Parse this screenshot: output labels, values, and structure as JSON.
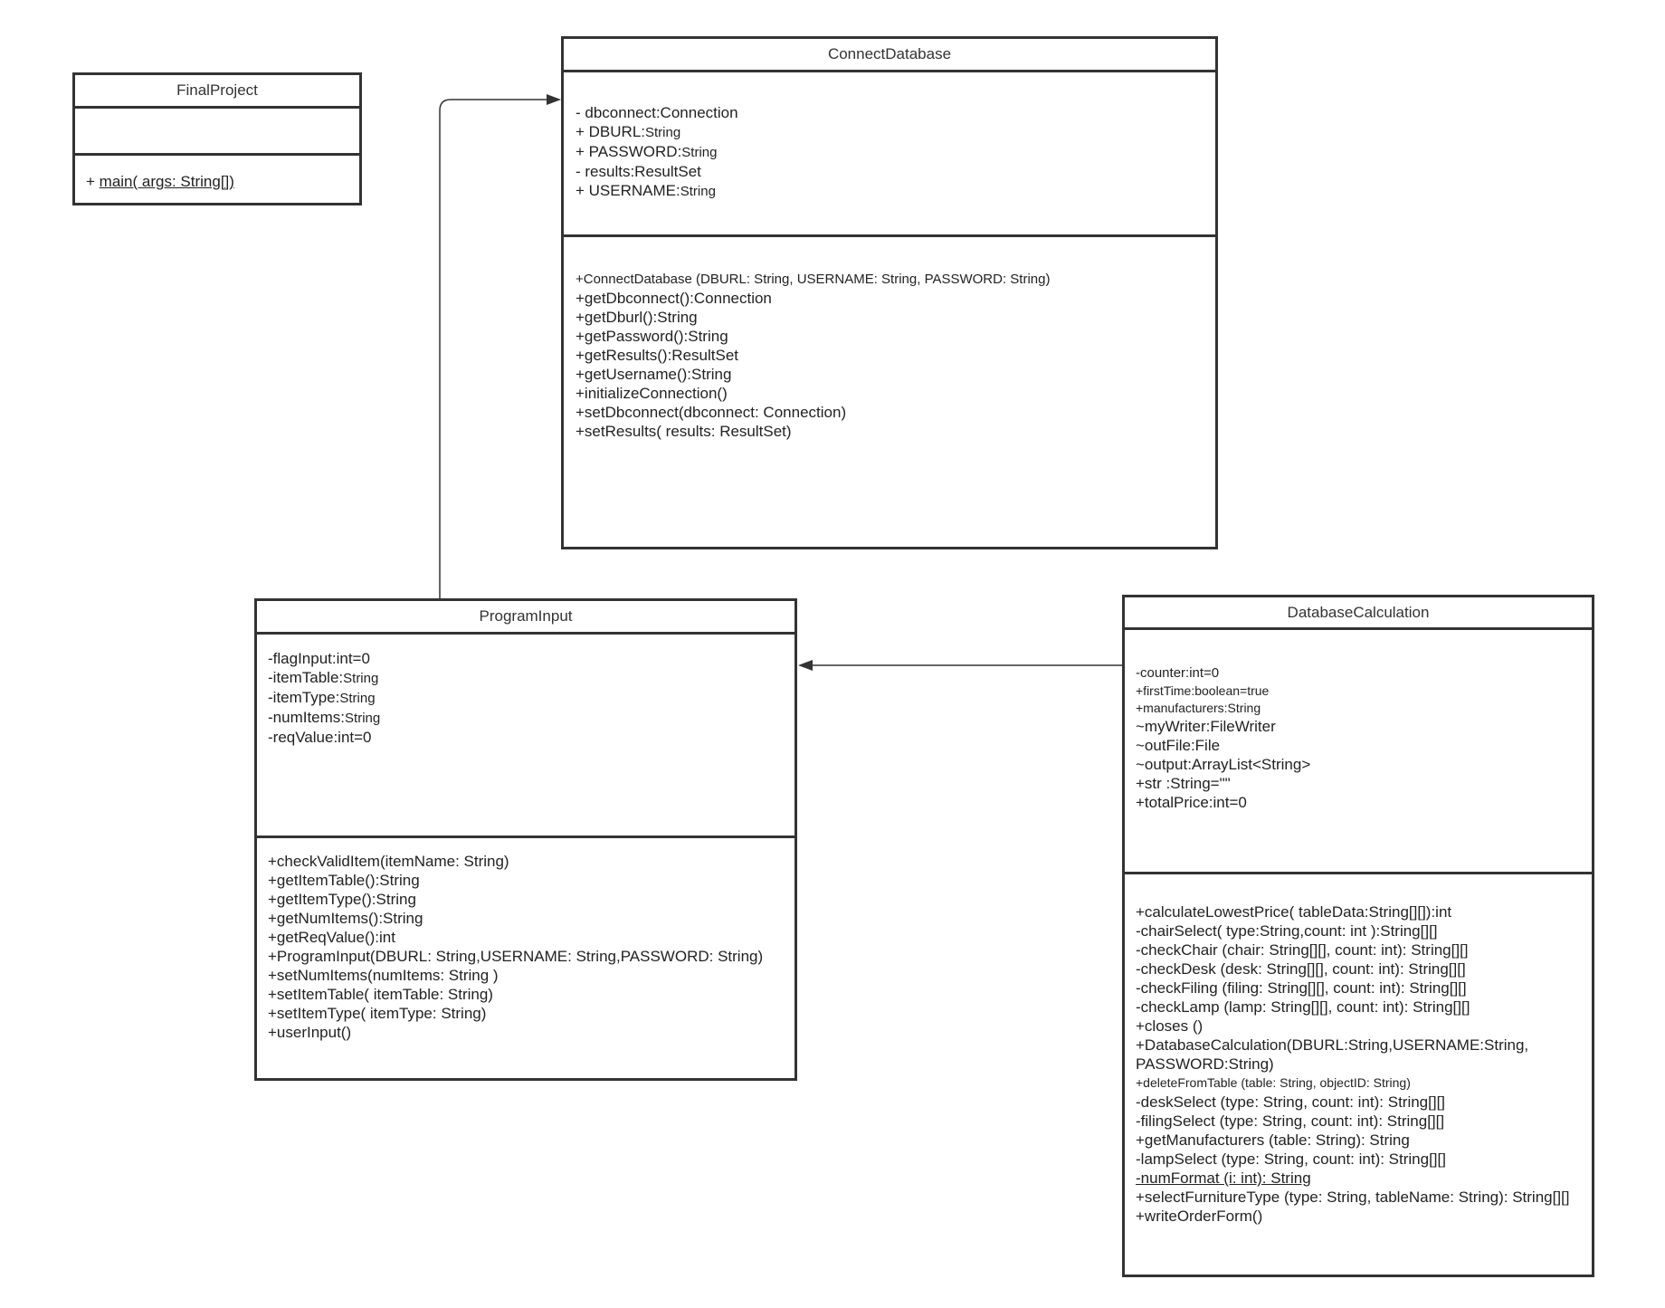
{
  "classes": {
    "final_project": {
      "name": "FinalProject",
      "attributes": [],
      "methods": [
        {
          "vis": "+ ",
          "text": "main( args: String[])",
          "static": true
        }
      ]
    },
    "connect_database": {
      "name": "ConnectDatabase",
      "attributes": [
        {
          "text": "- dbconnect:Connection",
          "type": ""
        },
        {
          "text": "+ DBURL:",
          "type": "String"
        },
        {
          "text": "+ PASSWORD:",
          "type": "String"
        },
        {
          "text": "- results:ResultSet",
          "type": ""
        },
        {
          "text": "+ USERNAME:",
          "type": "String"
        }
      ],
      "methods": [
        "+ConnectDatabase (DBURL: String, USERNAME: String, PASSWORD: String)",
        "+getDbconnect():Connection",
        "+getDburl():String",
        "+getPassword():String",
        "+getResults():ResultSet",
        "+getUsername():String",
        "+initializeConnection()",
        "+setDbconnect(dbconnect: Connection)",
        "+setResults( results: ResultSet)"
      ]
    },
    "program_input": {
      "name": "ProgramInput",
      "attributes": [
        {
          "text": "-flagInput:int=0",
          "type": ""
        },
        {
          "text": "-itemTable:",
          "type": "String"
        },
        {
          "text": "-itemType:",
          "type": "String"
        },
        {
          "text": "-numItems:",
          "type": "String"
        },
        {
          "text": "-reqValue:int=0",
          "type": ""
        }
      ],
      "methods": [
        "+checkValidItem(itemName: String)",
        "+getItemTable():String",
        "+getItemType():String",
        "+getNumItems():String",
        "+getReqValue():int",
        "+ProgramInput(DBURL: String,USERNAME: String,PASSWORD: String)",
        "+setNumItems(numItems: String )",
        "+setItemTable( itemTable: String)",
        "+setItemType( itemType: String)",
        "+userInput()"
      ]
    },
    "database_calculation": {
      "name": "DatabaseCalculation",
      "attributes": [
        "-counter:int=0",
        "+firstTime:boolean=true",
        "+manufacturers:String",
        "~myWriter:FileWriter",
        "~outFile:File",
        "~output:ArrayList<String>",
        "+str :String=\"\"",
        "+totalPrice:int=0"
      ],
      "methods": [
        "+calculateLowestPrice( tableData:String[][]):int",
        "-chairSelect( type:String,count: int ):String[][]",
        "-checkChair (chair: String[][], count: int): String[][]",
        "-checkDesk (desk: String[][], count: int): String[][]",
        "-checkFiling (filing: String[][], count: int): String[][]",
        "-checkLamp (lamp: String[][], count: int): String[][]",
        "+closes ()",
        "+DatabaseCalculation(DBURL:String,USERNAME:String,",
        "PASSWORD:String)",
        "+deleteFromTable (table: String, objectID: String)",
        "-deskSelect (type: String, count: int): String[][]",
        "-filingSelect (type: String, count: int): String[][]",
        "+getManufacturers (table: String): String",
        "-lampSelect (type: String, count: int): String[][]",
        "-numFormat (i: int): String",
        "+selectFurnitureType (type: String, tableName: String): String[][]",
        "+writeOrderForm()"
      ]
    }
  },
  "connectors": [
    {
      "from": "ProgramInput",
      "to": "ConnectDatabase",
      "type": "association-arrow"
    },
    {
      "from": "DatabaseCalculation",
      "to": "ProgramInput",
      "type": "association-arrow"
    }
  ],
  "colors": {
    "line": "#333333",
    "text": "#222222",
    "background": "#ffffff"
  }
}
